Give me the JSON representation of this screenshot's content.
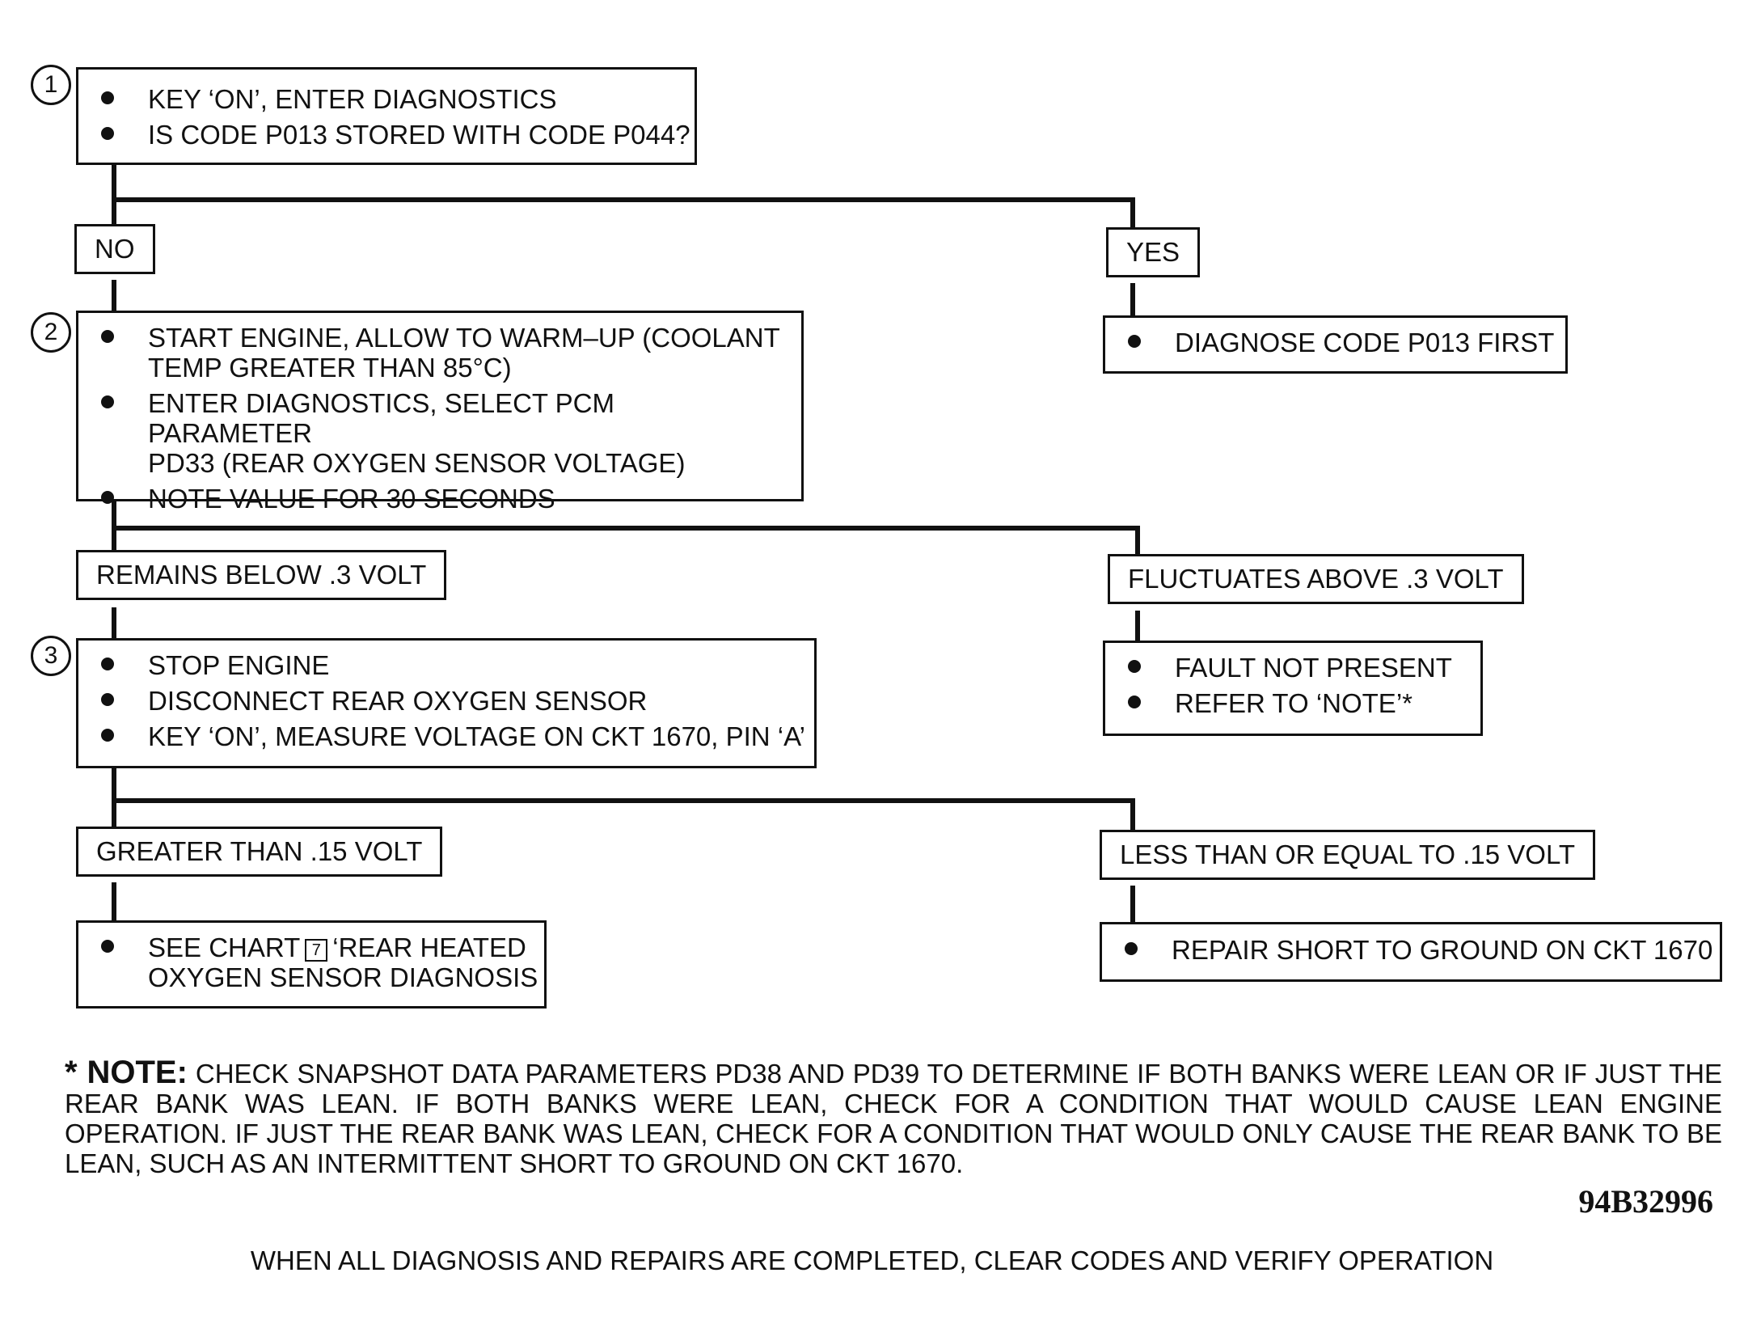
{
  "steps": [
    {
      "number": "1",
      "bullets": [
        "KEY ‘ON’, ENTER DIAGNOSTICS",
        "IS CODE P013 STORED WITH CODE P044?"
      ]
    },
    {
      "number": "2",
      "bullets": [
        "START ENGINE, ALLOW TO WARM–UP (COOLANT\nTEMP GREATER THAN 85°C)",
        "ENTER DIAGNOSTICS, SELECT PCM PARAMETER\nPD33 (REAR OXYGEN SENSOR VOLTAGE)",
        "NOTE VALUE FOR 30 SECONDS"
      ]
    },
    {
      "number": "3",
      "bullets": [
        "STOP ENGINE",
        "DISCONNECT REAR OXYGEN SENSOR",
        "KEY ‘ON’, MEASURE VOLTAGE ON CKT 1670, PIN ‘A’"
      ]
    }
  ],
  "branches": {
    "step1_left": "NO",
    "step1_right": "YES",
    "step2_left": "REMAINS BELOW .3 VOLT",
    "step2_right": "FLUCTUATES ABOVE .3  VOLT",
    "step3_left": "GREATER THAN .15 VOLT",
    "step3_right": "LESS THAN OR EQUAL TO .15 VOLT"
  },
  "outcomes": {
    "yes_step1": [
      "DIAGNOSE CODE P013 FIRST"
    ],
    "fluctuates": [
      "FAULT NOT  PRESENT",
      "REFER TO ‘NOTE’*"
    ],
    "greater_than_before": "SEE CHART",
    "greater_than_chart_number": "7",
    "greater_than_after": "‘REAR HEATED",
    "greater_than_line2": "OXYGEN SENSOR DIAGNOSIS",
    "less_equal": [
      "REPAIR SHORT TO GROUND ON CKT 1670"
    ]
  },
  "note": {
    "heading": "* NOTE:",
    "text": "CHECK SNAPSHOT DATA PARAMETERS PD38 AND PD39 TO DETERMINE IF BOTH BANKS WERE LEAN OR IF JUST THE REAR BANK WAS LEAN. IF BOTH BANKS WERE LEAN, CHECK FOR A CONDITION THAT WOULD CAUSE LEAN ENGINE OPERATION. IF JUST THE REAR BANK WAS LEAN, CHECK FOR A CONDITION THAT WOULD ONLY CAUSE THE REAR BANK TO BE LEAN, SUCH AS AN INTERMITTENT SHORT TO GROUND ON CKT 1670."
  },
  "figure_id": "94B32996",
  "footer": "WHEN ALL DIAGNOSIS AND REPAIRS ARE COMPLETED, CLEAR CODES AND VERIFY OPERATION"
}
